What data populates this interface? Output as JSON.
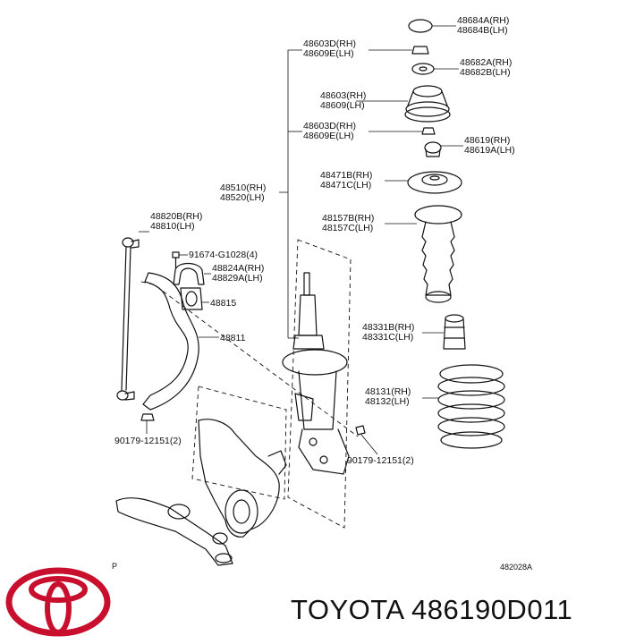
{
  "labels": {
    "l48684": [
      "48684A(RH)",
      "48684B(LH)"
    ],
    "l48603d_top": [
      "48603D(RH)",
      "48609E(LH)"
    ],
    "l48682": [
      "48682A(RH)",
      "48682B(LH)"
    ],
    "l48603": [
      "48603(RH)",
      "48609(LH)"
    ],
    "l48603d_mid": [
      "48603D(RH)",
      "48609E(LH)"
    ],
    "l48619": [
      "48619(RH)",
      "48619A(LH)"
    ],
    "l48471": [
      "48471B(RH)",
      "48471C(LH)"
    ],
    "l48510": [
      "48510(RH)",
      "48520(LH)"
    ],
    "l48157": [
      "48157B(RH)",
      "48157C(LH)"
    ],
    "l48820": [
      "48820B(RH)",
      "48810(LH)"
    ],
    "l91674": "91674-G1028(4)",
    "l48824": [
      "48824A(RH)",
      "48829A(LH)"
    ],
    "l48815": "48815",
    "l48811": "48811",
    "l48331": [
      "48331B(RH)",
      "48331C(LH)"
    ],
    "l48131": [
      "48131(RH)",
      "48132(LH)"
    ],
    "l90179_left": "90179-12151(2)",
    "l90179_right": "90179-12151(2)",
    "l_p": "P",
    "l_code": "482028A"
  },
  "caption": "TOYOTA 486190D011",
  "colors": {
    "logo": "#c8102e",
    "ink": "#111111"
  },
  "icons": {
    "brand": "toyota-logo-icon"
  }
}
